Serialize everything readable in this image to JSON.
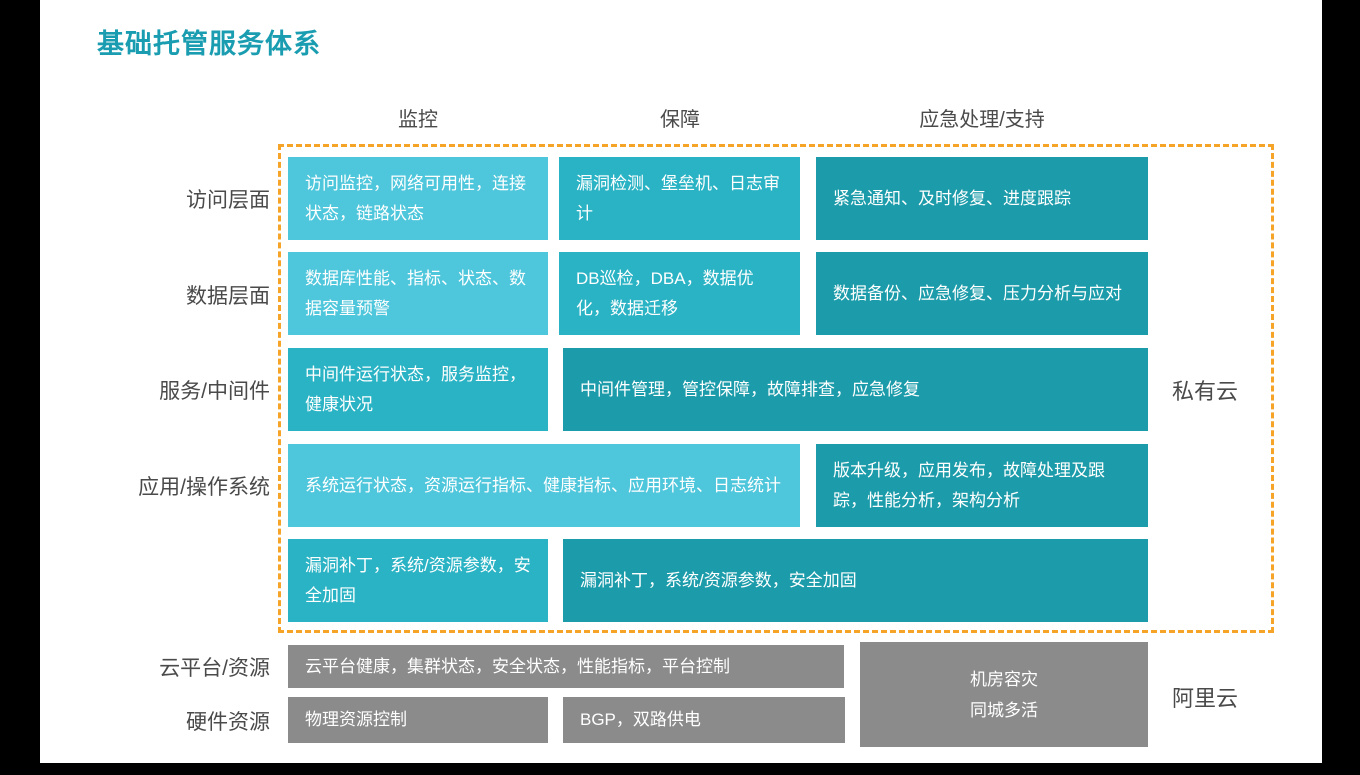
{
  "title": "基础托管服务体系",
  "column_headers": [
    "监控",
    "保障",
    "应急处理/支持"
  ],
  "row_labels": [
    "访问层面",
    "数据层面",
    "服务/中间件",
    "应用/操作系统",
    "云平台/资源",
    "硬件资源"
  ],
  "zone_labels": {
    "private_cloud": "私有云",
    "ali_cloud": "阿里云"
  },
  "cells": {
    "r1c1": "访问监控，网络可用性，连接状态，链路状态",
    "r1c2": "漏洞检测、堡垒机、日志审计",
    "r1c3": "紧急通知、及时修复、进度跟踪",
    "r2c1": "数据库性能、指标、状态、数据容量预警",
    "r2c2": "DB巡检，DBA，数据优化，数据迁移",
    "r2c3": "数据备份、应急修复、压力分析与应对",
    "r3c1": "中间件运行状态，服务监控，健康状况",
    "r3span": "中间件管理，管控保障，故障排查，应急修复",
    "r4span": "系统运行状态，资源运行指标、健康指标、应用环境、日志统计",
    "r4c3": "版本升级，应用发布，故障处理及跟踪，性能分析，架构分析",
    "r5c1": "漏洞补丁，系统/资源参数，安全加固",
    "r5span": "漏洞补丁，系统/资源参数，安全加固",
    "r6span": "云平台健康，集群状态，安全状态，性能指标，平台控制",
    "r7c1": "物理资源控制",
    "r7c2": "BGP，双路供电",
    "r67c3_line1": "机房容灾",
    "r67c3_line2": "同城多活"
  },
  "colors": {
    "title_accent": "#1A9DB1",
    "box_light": "#4EC6DB",
    "box_medium": "#2AB3C4",
    "box_dark": "#1C9CAA",
    "box_gray": "#8B8B8B",
    "dashed_border": "#F5A428",
    "label_text": "#4A4A4A",
    "slide_background": "#FFFFFF",
    "canvas_background": "#000000"
  }
}
